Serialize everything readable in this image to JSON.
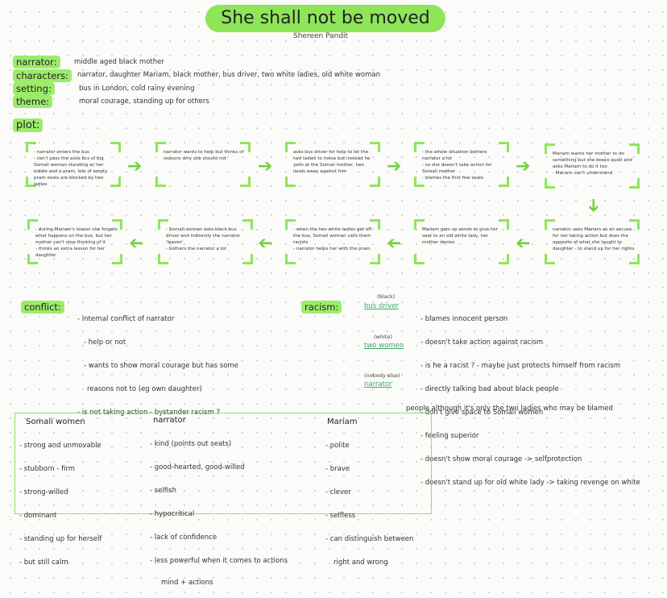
{
  "title": "She shall not be moved",
  "author": "Shereen Pandit",
  "header": {
    "rows": [
      {
        "label": "narrator:",
        "value": "middle aged black mother"
      },
      {
        "label": "characters:",
        "value": "narrator, daughter Mariam, black mother, bus driver, two white ladies, old white woman"
      },
      {
        "label": "setting:",
        "value": "bus in London, cold rainy evening"
      },
      {
        "label": "theme:",
        "value": "moral courage, standing up for others"
      }
    ]
  },
  "plot": {
    "label": "plot:",
    "boxes": [
      "- narrator enters the bus\n- can't pass the aisle bcs of big Somali woman standing w/ her kiddie and a pram, lots of empty pram seats are blocked by two ladies",
      "narrator wants to help but thinks of reasons why she should not",
      "asks bus driver for help to let the two ladies to move but instead he yells at the Somali mother, two lands away against him",
      "- the whole situation bothers narrator a lot\n- so she doesn't take action for Somali mother\n- blames the first few seats",
      "Mariam wants her mother to do something but she keeps quiet and asks Mariam to do it too\n- Mariam can't understand",
      "narrator uses Mariam as an excuse for not taking action but does the opposite of what she taught to daughter - to stand up for her rights",
      "Mariam gets up sends to give her seat to an old white lady, her mother denies",
      "- when the two white ladies get off the bus, Somali woman calls them racists\n- narrator helps her with the pram",
      "- Somali woman asks black bus driver and indirectly the narrator 'leaves'\n- bothers the narrator a lot",
      "- during Mariam's lesson she forgets what happens on the bus, but her mother can't stop thinking of it\n- thinks an extra lesson for her daughter"
    ]
  },
  "conflict": {
    "label": "conflict:",
    "items": [
      "- internal conflict of narrator",
      "- help or not",
      "- wants to show moral courage but has some",
      "reasons not to (eg own daughter)",
      "- is not taking action - bystander racism ?"
    ]
  },
  "racism": {
    "label": "racism:",
    "note_black": "(black)",
    "bus_driver": "bus driver",
    "note_white": "(white)",
    "two_women": "two women",
    "note_nobody": "(nobody else)",
    "narrator": "narrator",
    "items": [
      "- blames innocent person",
      "- doesn't take action against racism",
      "- is he a racist ? - maybe just protects himself from racism",
      "- directly talking bad about black people",
      "- don't give space to Somali women",
      "- feeling superior",
      "- doesn't show moral courage -> selfprotection",
      "- doesn't stand up for old white lady -> taking revenge on white",
      "people although it's only the two ladies who may be blamed"
    ]
  },
  "traits": {
    "columns": [
      {
        "header": "Somali women",
        "items": [
          "- strong and unmovable",
          "- stubborn - firm",
          "- strong-willed",
          "- dominant",
          "- standing up for herself",
          "- but still calm"
        ]
      },
      {
        "header": "narrator",
        "items": [
          "- kind (points out seats)",
          "- good-hearted, good-willed",
          "- selfish",
          "- hypocritical",
          "- lack of confidence",
          "- less powerful when it comes to actions",
          "mind + actions"
        ]
      },
      {
        "header": "Mariam",
        "items": [
          "- polite",
          "- brave",
          "- clever",
          "- selfless",
          "- can distinguish between",
          "right and wrong"
        ]
      }
    ]
  },
  "colors": {
    "accent": "#8fe55a",
    "arrow": "#6fd43a",
    "link": "#3fa86a"
  },
  "icons": [
    "arrow-right-icon",
    "arrow-down-icon",
    "arrow-left-icon"
  ]
}
